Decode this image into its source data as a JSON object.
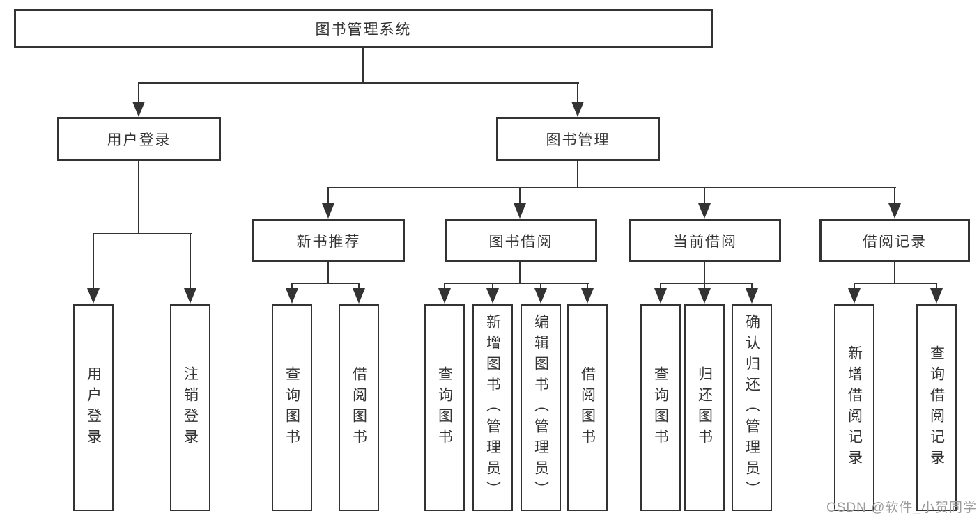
{
  "tree": {
    "label": "图书管理系统",
    "children": [
      {
        "label": "用户登录",
        "children": [
          {
            "label": "用户登录"
          },
          {
            "label": "注销登录"
          }
        ]
      },
      {
        "label": "图书管理",
        "children": [
          {
            "label": "新书推荐",
            "children": [
              {
                "label": "查询图书"
              },
              {
                "label": "借阅图书"
              }
            ]
          },
          {
            "label": "图书借阅",
            "children": [
              {
                "label": "查询图书"
              },
              {
                "label": "新增图书（管理员）"
              },
              {
                "label": "编辑图书（管理员）"
              },
              {
                "label": "借阅图书"
              }
            ]
          },
          {
            "label": "当前借阅",
            "children": [
              {
                "label": "查询图书"
              },
              {
                "label": "归还图书"
              },
              {
                "label": "确认归还（管理员）"
              }
            ]
          },
          {
            "label": "借阅记录",
            "children": [
              {
                "label": "新增借阅记录"
              },
              {
                "label": "查询借阅记录"
              }
            ]
          }
        ]
      }
    ]
  },
  "watermark": "CSDN @软件_小贺同学",
  "colors": {
    "line": "#333333",
    "box_border": "#333333",
    "box_fill": "#ffffff",
    "text": "#333333",
    "watermark_text": "#9b9b9b",
    "background": "#ffffff"
  }
}
